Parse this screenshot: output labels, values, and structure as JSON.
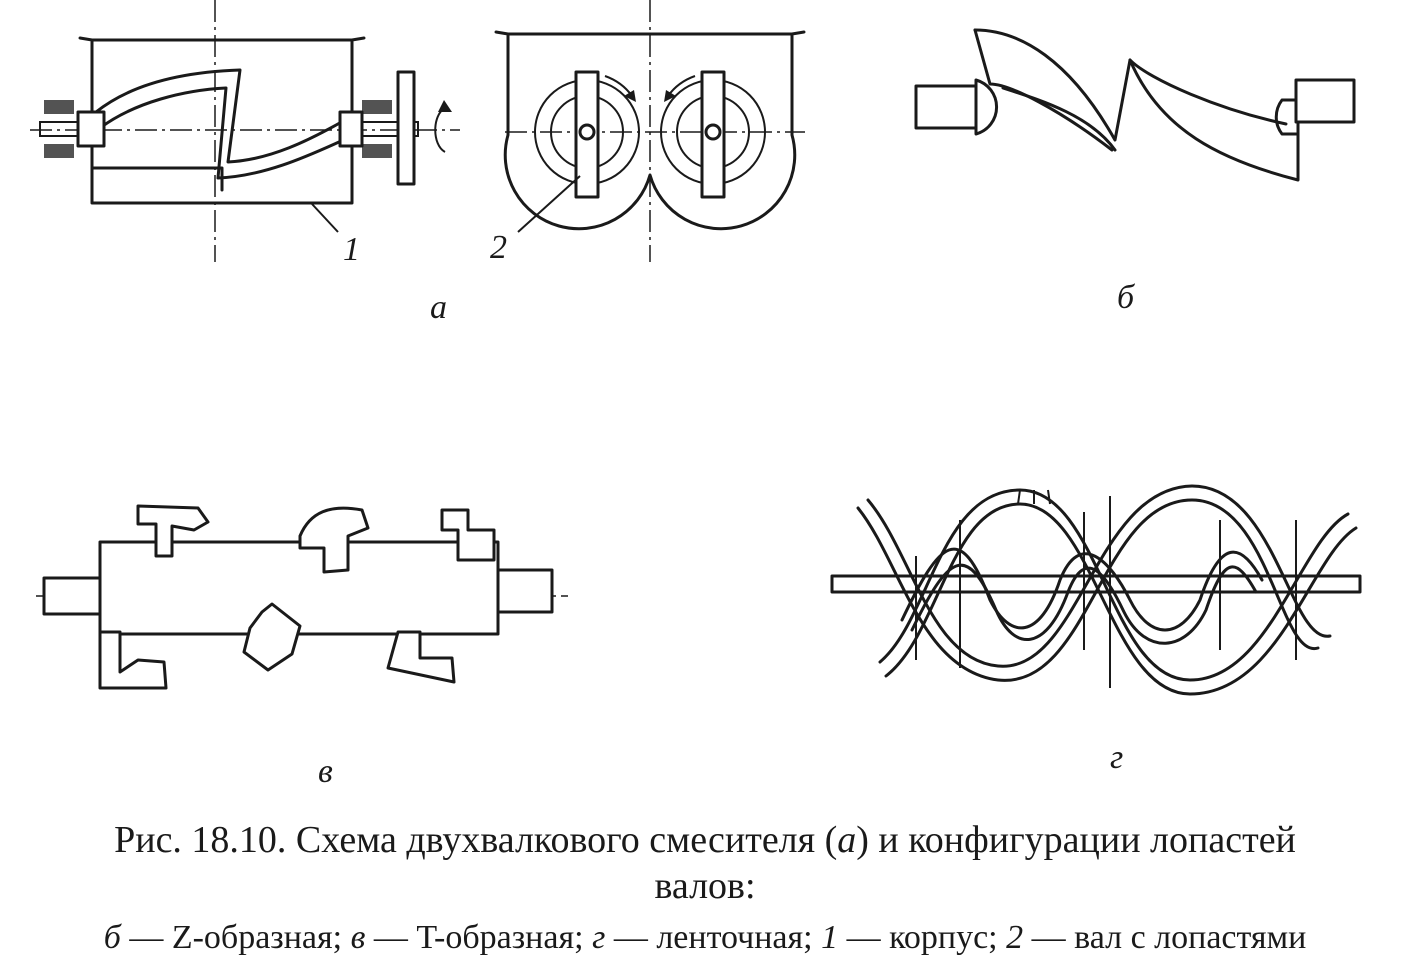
{
  "figure": {
    "panel_labels": {
      "a": "а",
      "b": "б",
      "v": "в",
      "g": "г"
    },
    "part_numbers": {
      "body": "1",
      "shaft": "2"
    }
  },
  "caption": {
    "line1_pre": "Рис. 18.10. Схема двухвалкового смесителя (",
    "line1_italic": "а",
    "line1_post": ") и конфигурации лопастей",
    "line2": "валов:"
  },
  "legend": {
    "b_key": "б",
    "b_text": " — Z-образная; ",
    "v_key": "в",
    "v_text": " — T-образная; ",
    "g_key": "г",
    "g_text": " — ленточная; ",
    "k1": "1",
    "k1_text": " — корпус; ",
    "k2": "2",
    "k2_text": " — вал с лопастями"
  }
}
